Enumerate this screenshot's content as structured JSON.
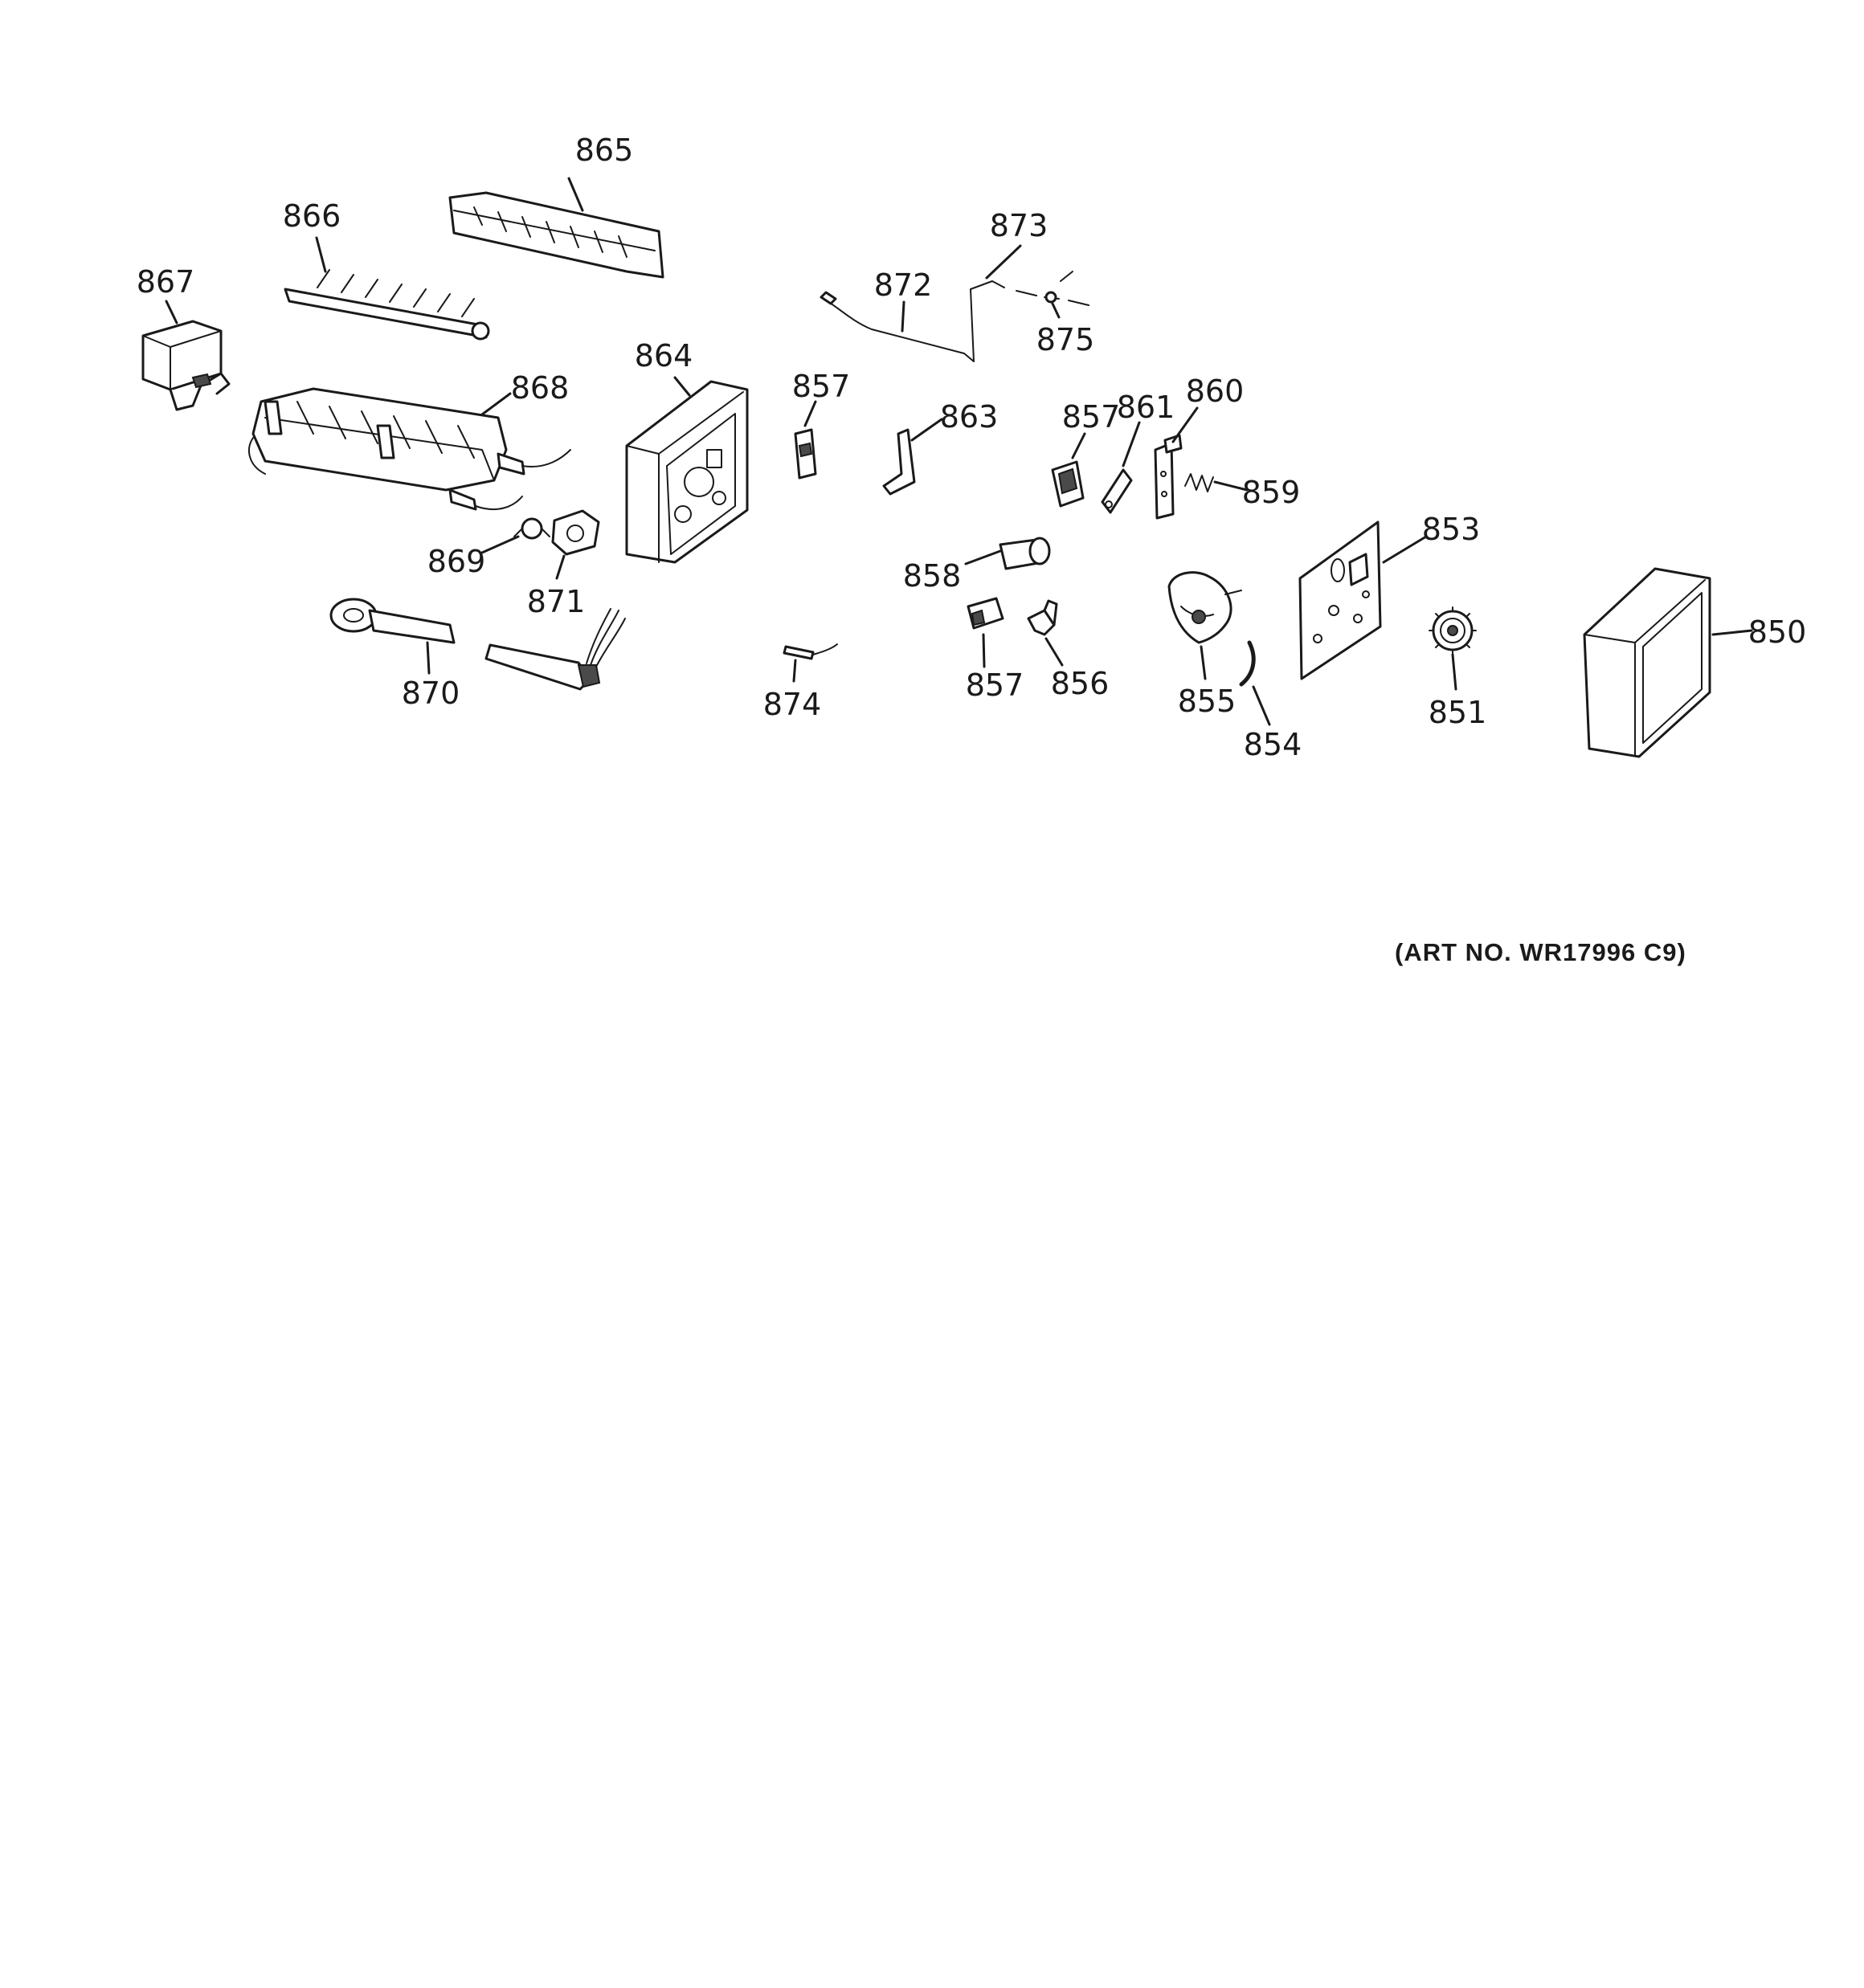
{
  "diagram": {
    "art_number": "(ART NO. WR17996 C9)",
    "parts": [
      {
        "id": "p865",
        "label": "865"
      },
      {
        "id": "p866",
        "label": "866"
      },
      {
        "id": "p867",
        "label": "867"
      },
      {
        "id": "p868",
        "label": "868"
      },
      {
        "id": "p864",
        "label": "864"
      },
      {
        "id": "p869",
        "label": "869"
      },
      {
        "id": "p871",
        "label": "871"
      },
      {
        "id": "p870",
        "label": "870"
      },
      {
        "id": "p873",
        "label": "873"
      },
      {
        "id": "p872",
        "label": "872"
      },
      {
        "id": "p875",
        "label": "875"
      },
      {
        "id": "p857a",
        "label": "857"
      },
      {
        "id": "p863",
        "label": "863"
      },
      {
        "id": "p857b",
        "label": "857"
      },
      {
        "id": "p861",
        "label": "861"
      },
      {
        "id": "p860",
        "label": "860"
      },
      {
        "id": "p859",
        "label": "859"
      },
      {
        "id": "p858",
        "label": "858"
      },
      {
        "id": "p853",
        "label": "853"
      },
      {
        "id": "p874",
        "label": "874"
      },
      {
        "id": "p857c",
        "label": "857"
      },
      {
        "id": "p856",
        "label": "856"
      },
      {
        "id": "p855",
        "label": "855"
      },
      {
        "id": "p854",
        "label": "854"
      },
      {
        "id": "p851",
        "label": "851"
      },
      {
        "id": "p850",
        "label": "850"
      }
    ]
  }
}
